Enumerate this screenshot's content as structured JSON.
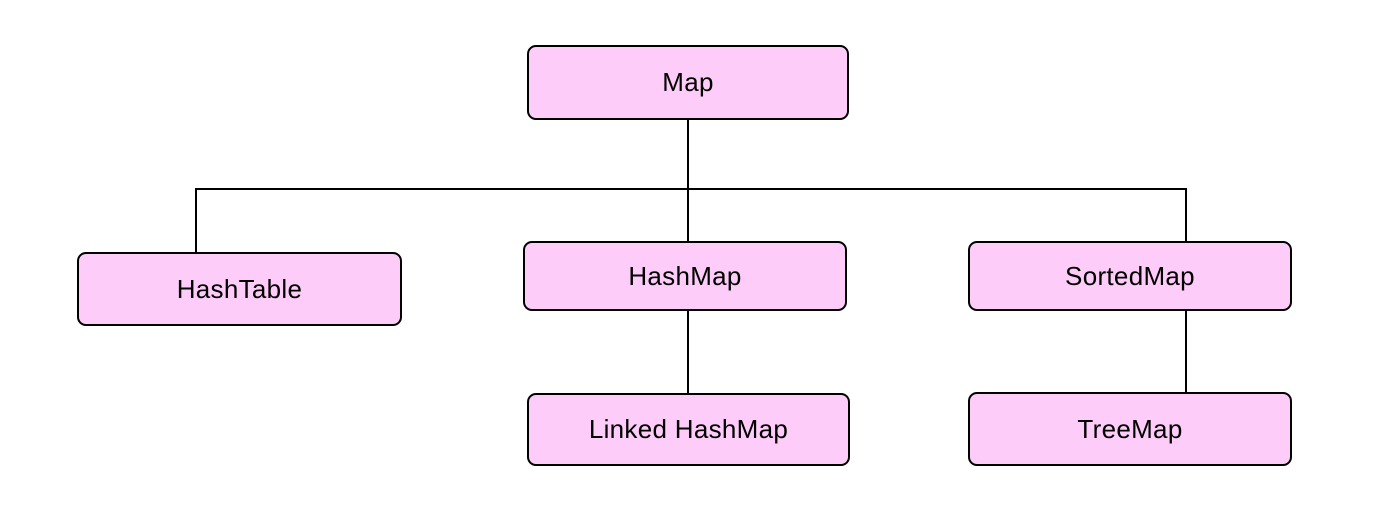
{
  "colors": {
    "background": "#ffffff",
    "node_fill": "#fdccf8",
    "node_border": "#000000",
    "line": "#000000",
    "text": "#000000"
  },
  "diagram": {
    "type": "hierarchy-tree",
    "nodes": {
      "map": {
        "label": "Map"
      },
      "hashtable": {
        "label": "HashTable"
      },
      "hashmap": {
        "label": "HashMap"
      },
      "sortedmap": {
        "label": "SortedMap"
      },
      "linked_hashmap": {
        "label": "Linked HashMap"
      },
      "treemap": {
        "label": "TreeMap"
      }
    },
    "edges": [
      {
        "from": "Map",
        "to": "HashTable"
      },
      {
        "from": "Map",
        "to": "HashMap"
      },
      {
        "from": "Map",
        "to": "SortedMap"
      },
      {
        "from": "HashMap",
        "to": "Linked HashMap"
      },
      {
        "from": "SortedMap",
        "to": "TreeMap"
      }
    ]
  }
}
